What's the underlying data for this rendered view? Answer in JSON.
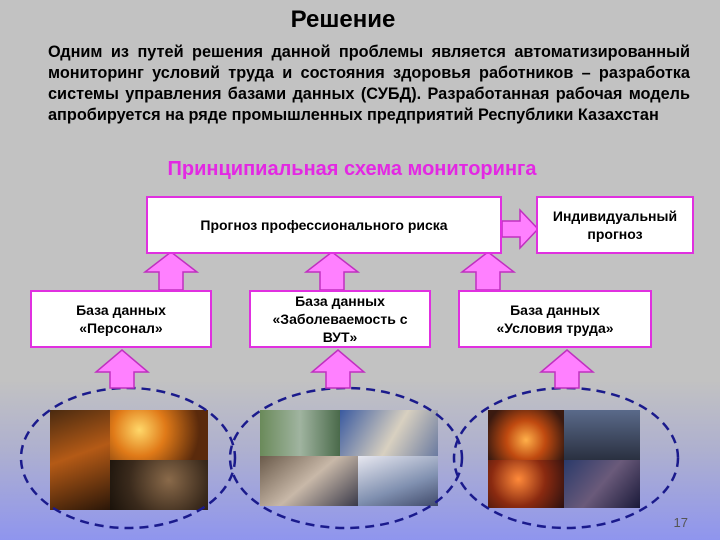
{
  "slide": {
    "title": "Решение",
    "intro": "Одним из путей решения данной проблемы является автоматизированный мониторинг условий труда и состояния здоровья работников – разработка системы управления базами данных (СУБД). Разработанная рабочая модель апробируется на ряде промышленных предприятий Республики Казахстан",
    "subtitle": "Принципиальная схема мониторинга",
    "page_number": "17"
  },
  "diagram": {
    "forecast_box": "Прогноз профессионального риска",
    "individual_box": [
      "Индивидуальный",
      "прогноз"
    ],
    "db_personnel": [
      "База данных",
      "«Персонал»"
    ],
    "db_morbidity": [
      "База данных",
      "«Заболеваемость с",
      "ВУТ»"
    ],
    "db_conditions": [
      "База данных",
      "«Условия труда»"
    ]
  },
  "photos": {
    "group1": "steelworkers-photo-collage",
    "group2": "medical-checkup-photo-collage",
    "group3": "foundry-workshop-photo-collage"
  },
  "colors": {
    "accent": "#e328e3",
    "arrow_fill": "#ff80ff",
    "arrow_stroke": "#c030c0",
    "dashed_ellipse": "#1a1a8c"
  }
}
